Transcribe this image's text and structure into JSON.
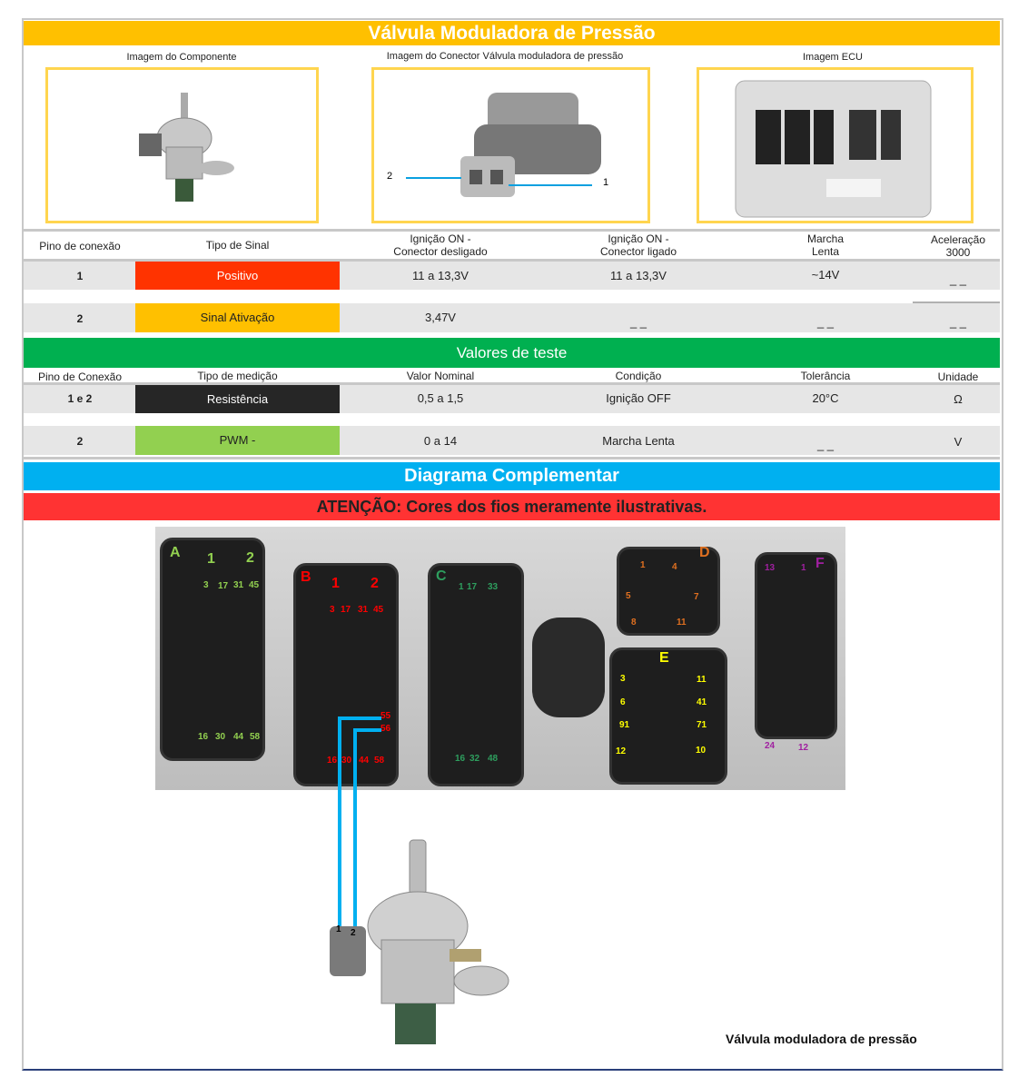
{
  "title": "Válvula Moduladora de Pressão",
  "images": {
    "component": "Imagem do Componente",
    "connector": "Imagem do Conector Válvula moduladora de pressão",
    "ecu": "Imagem ECU",
    "connector_pin_left": "2",
    "connector_pin_right": "1"
  },
  "table1": {
    "headers": [
      "Pino de conexão",
      "Tipo de Sinal",
      "Ignição ON -\nConector desligado",
      "Ignição ON -\nConector ligado",
      "Marcha\nLenta",
      "Aceleração\n3000"
    ],
    "rows": [
      {
        "pin": "1",
        "type": "Positivo",
        "color": "#FF3300",
        "c3": "11 a 13,3V",
        "c4": "11 a 13,3V",
        "c5": "~14V",
        "c6": "_ _"
      },
      {
        "pin": "2",
        "type": "Sinal Ativação",
        "color": "#FFC000",
        "c3": "3,47V",
        "c4": "_ _",
        "c5": "_ _",
        "c6": "_ _"
      }
    ]
  },
  "test_title": "Valores de teste",
  "table2": {
    "headers": [
      "Pino de Conexão",
      "Tipo de medição",
      "Valor Nominal",
      "Condição",
      "Tolerância",
      "Unidade"
    ],
    "rows": [
      {
        "pin": "1 e 2",
        "type": "Resistência",
        "color": "#262626",
        "c3": "0,5 a 1,5",
        "c4": "Ignição OFF",
        "c5": "20°C",
        "c6": "Ω"
      },
      {
        "pin": "2",
        "type": "PWM -",
        "color": "#92D050",
        "c3": "0 a 14",
        "c4": "Marcha Lenta",
        "c5": "_ _",
        "c6": "V"
      }
    ]
  },
  "diagram_title": "Diagrama Complementar",
  "warning": "ATENÇÃO: Cores dos fios meramente ilustrativas.",
  "ecu": {
    "A": {
      "name": "A",
      "cols": [
        "1",
        "2"
      ],
      "top": [
        "3",
        "17",
        "31",
        "45"
      ],
      "bottom": [
        "16",
        "30",
        "44",
        "58"
      ]
    },
    "B": {
      "name": "B",
      "cols": [
        "1",
        "2"
      ],
      "top": [
        "3",
        "17",
        "31",
        "45"
      ],
      "bottom": [
        "16",
        "30",
        "44",
        "58"
      ],
      "wire_pins": [
        "55",
        "56"
      ]
    },
    "C": {
      "name": "C",
      "top": [
        "1",
        "17",
        "33"
      ],
      "bottom": [
        "16",
        "32",
        "48"
      ]
    },
    "D": {
      "name": "D",
      "pins": [
        "1",
        "4",
        "5",
        "7",
        "8",
        "11"
      ]
    },
    "E": {
      "name": "E",
      "pins": [
        "3",
        "11",
        "6",
        "41",
        "91",
        "71",
        "12",
        "10"
      ]
    },
    "F": {
      "name": "F",
      "pins": [
        "13",
        "1",
        "24",
        "12"
      ]
    }
  },
  "pump_pins": [
    "1",
    "2"
  ],
  "caption": "Válvula moduladora de pressão"
}
